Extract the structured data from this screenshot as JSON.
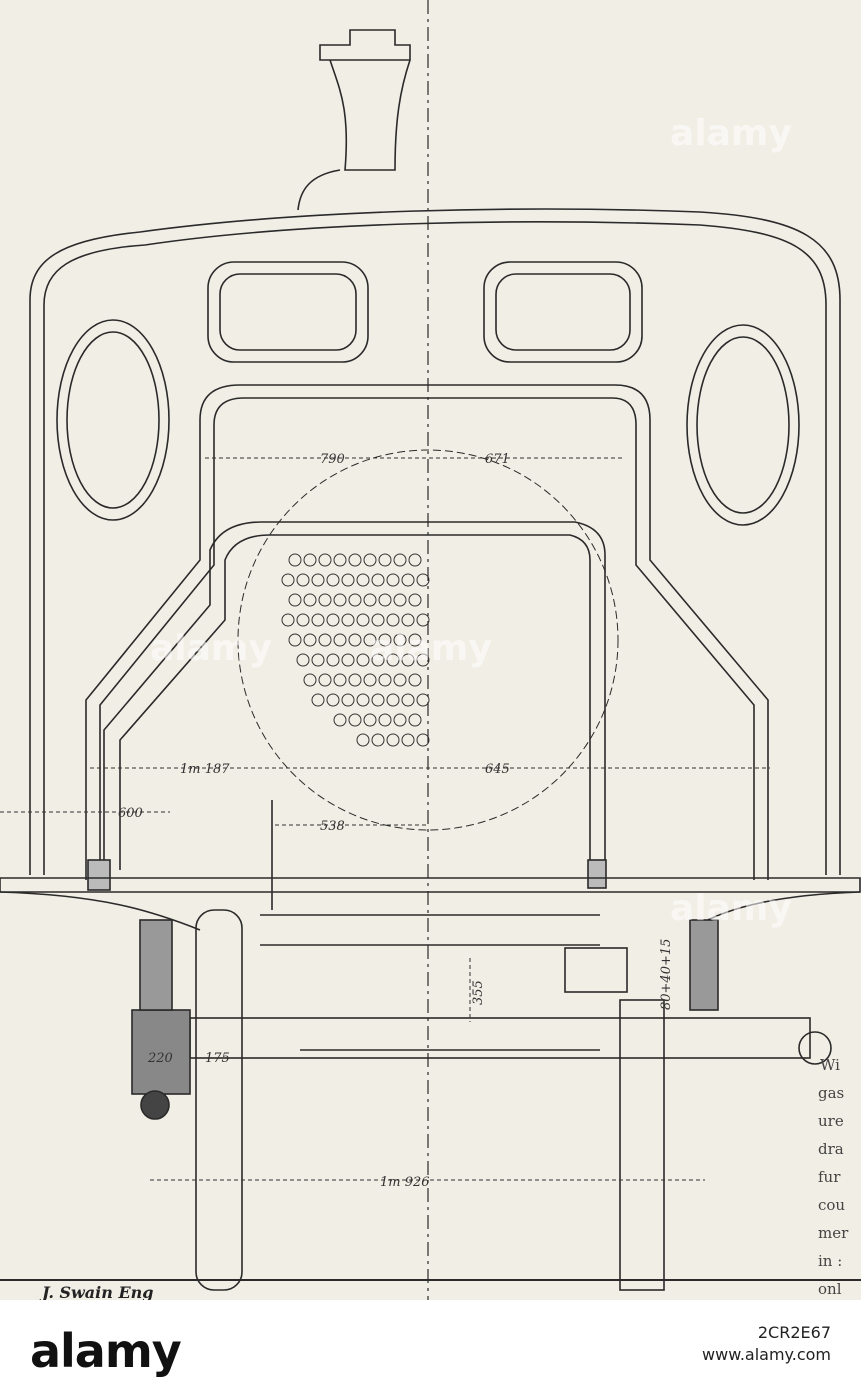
{
  "drawing": {
    "dimensions": {
      "d790": "790",
      "d671": "671",
      "d1187": "1m 187",
      "d645": "645",
      "d600": "600",
      "d538": "538",
      "d355": "355",
      "d80_40_15": "80+40+15",
      "d220": "220",
      "d175": "175",
      "d1926": "1m 926"
    },
    "signature": "J. Swain Eng",
    "side_text": [
      "Wi",
      "gas",
      "ure",
      "dra",
      "fur",
      "cou",
      "mer",
      "in :",
      "onl"
    ]
  },
  "watermark": {
    "text": "alamy"
  },
  "footer": {
    "logo": "alamy",
    "image_id": "2CR2E67",
    "site": "www.alamy.com"
  },
  "colors": {
    "paper": "#f1eee5",
    "ink": "#2a2a2a"
  }
}
